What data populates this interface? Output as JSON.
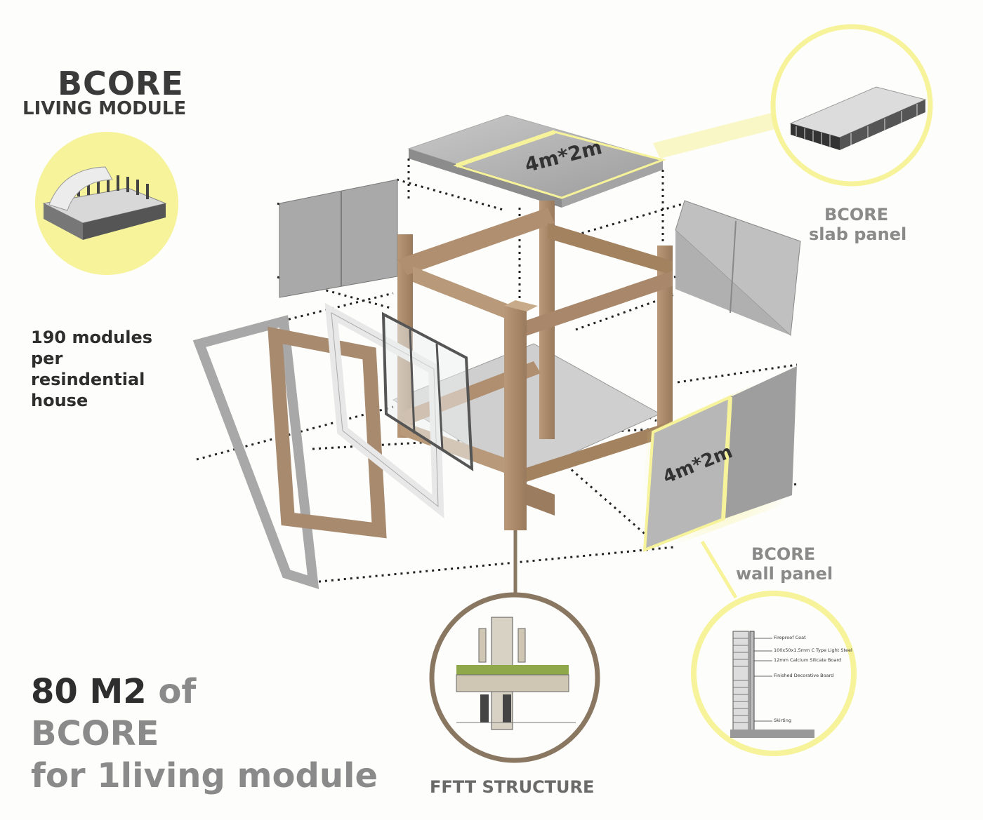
{
  "title": "BCORE",
  "subtitle": "LIVING MODULE",
  "modules_lines": [
    "190 modules",
    "per",
    "resindential",
    "house"
  ],
  "stat": {
    "amount": "80 M2",
    "of": "of",
    "material": "BCORE",
    "purpose": "for 1living module"
  },
  "slab_panel": {
    "label_line1": "BCORE",
    "label_line2": "slab panel",
    "dimension": "4m*2m"
  },
  "wall_panel": {
    "label_line1": "BCORE",
    "label_line2": "wall panel",
    "dimension": "4m*2m"
  },
  "structure_label": "FFTT STRUCTURE",
  "wall_detail_notes": [
    "Fireproof Coat",
    "100x50x1.5mm C Type Light Steel",
    "12mm Calcium Silicate Board",
    "Finished Decorative Board",
    "Skirting"
  ],
  "colors": {
    "highlight": "#f6f39a",
    "timber": "#a88a6e",
    "panel": "#b8b8b8",
    "dark_text": "#2e2e2e",
    "grey_text": "#8a8a8a"
  }
}
